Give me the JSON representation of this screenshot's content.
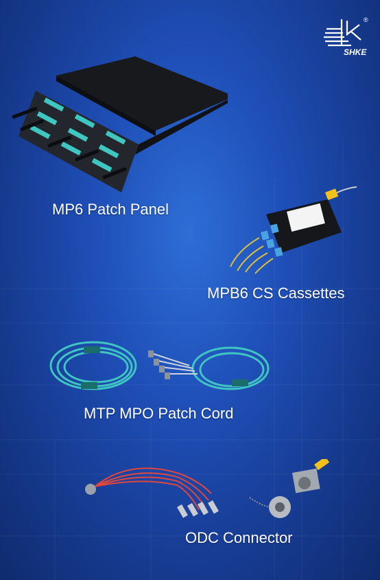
{
  "brand": {
    "name": "SHKE",
    "registered": "®"
  },
  "products": [
    {
      "label": "MP6 Patch Panel"
    },
    {
      "label": "MPB6 CS Cassettes"
    },
    {
      "label": "MTP MPO Patch Cord"
    },
    {
      "label": "ODC Connector"
    }
  ],
  "colors": {
    "background": "#1f4fb8",
    "aqua_fiber": "#3fc6c0",
    "panel_black": "#1b1d22",
    "text": "#ffffff"
  }
}
